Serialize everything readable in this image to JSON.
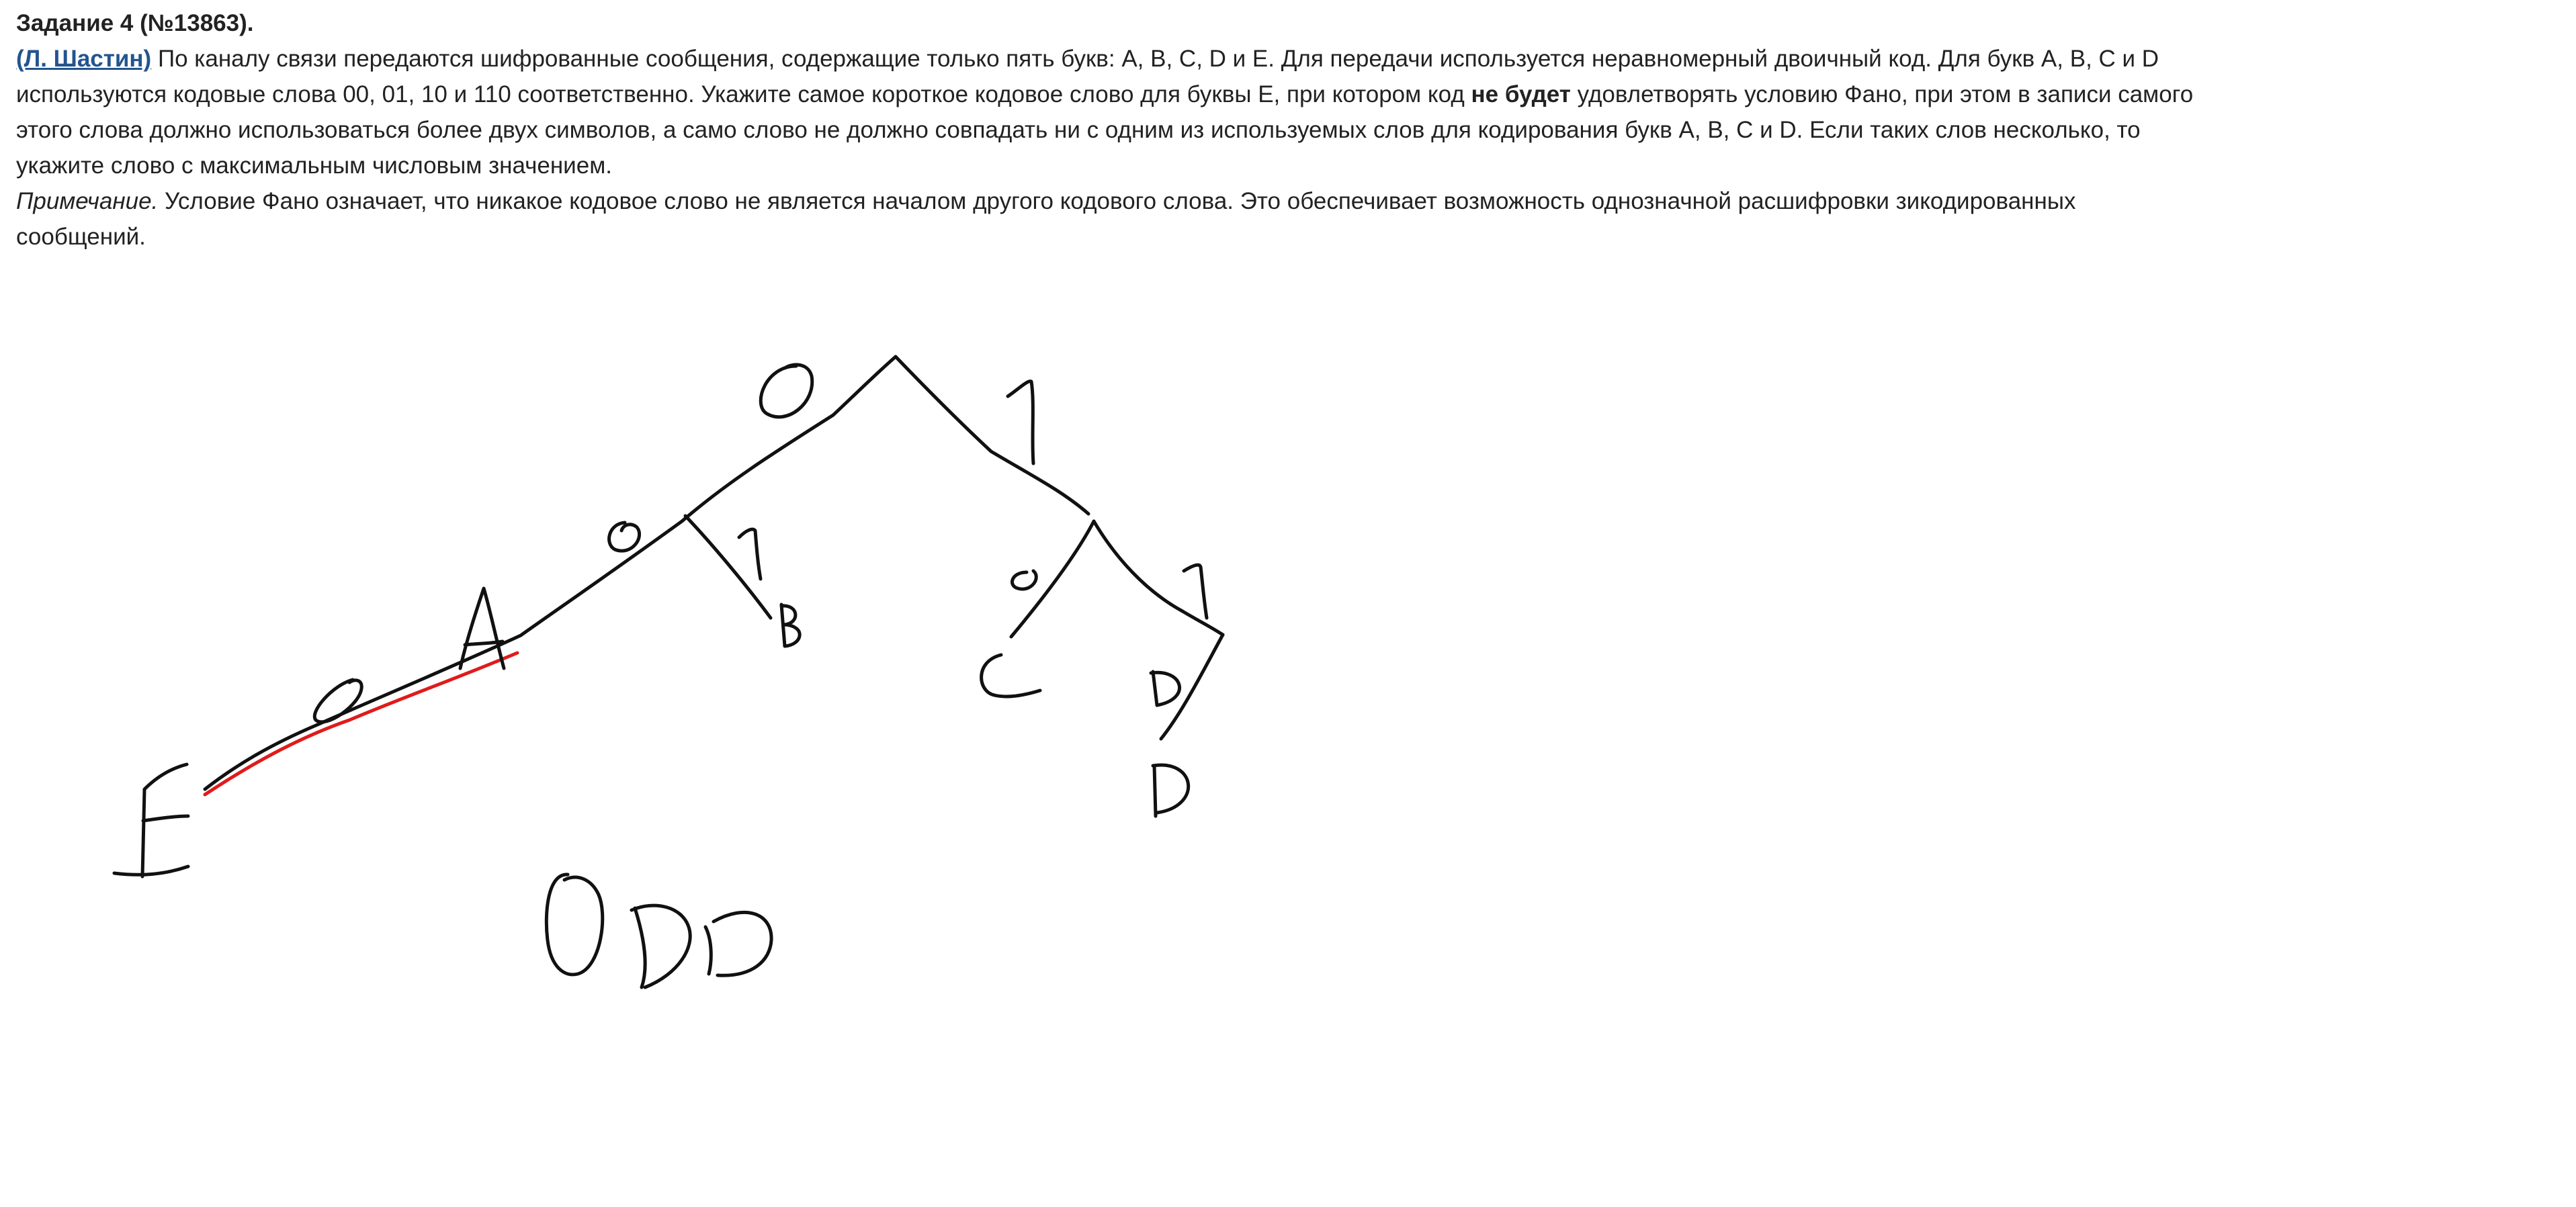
{
  "task": {
    "title": "Задание 4 (№13863).",
    "author_link": "(Л. Шастин)",
    "text_part1": " По каналу связи передаются шифрованные сообщения, содержащие только пять букв: A, B, C, D и E. Для передачи используется неравномерный двоичный код. Для букв A, B, C и D используются кодовые слова 00, 01, 10 и 110 соответственно. Укажите самое короткое кодовое слово для буквы E, при котором код ",
    "text_bold": "не будет",
    "text_part2": " удовлетворять условию Фано, при этом в записи самого этого слова должно использоваться более двух символов, а само слово не должно совпадать ни с одним из используемых слов для кодирования букв A, B, C и D. Если таких слов несколько, то укажите слово с максимальным числовым значением.",
    "note_label": "Примечание.",
    "note_text": " Условие Фано означает, что никакое кодовое слово не является началом другого кодового слова. Это обеспечивает возможность однозначной расшифровки зикодированных сообщений."
  },
  "drawing": {
    "stroke_color": "#111111",
    "highlight_color": "#e01b1b",
    "handwritten_marks": [
      "0",
      "1",
      "0",
      "1",
      "B",
      "0",
      "1",
      "C",
      "D",
      "D",
      "A",
      "0",
      "E",
      "ODD"
    ]
  }
}
